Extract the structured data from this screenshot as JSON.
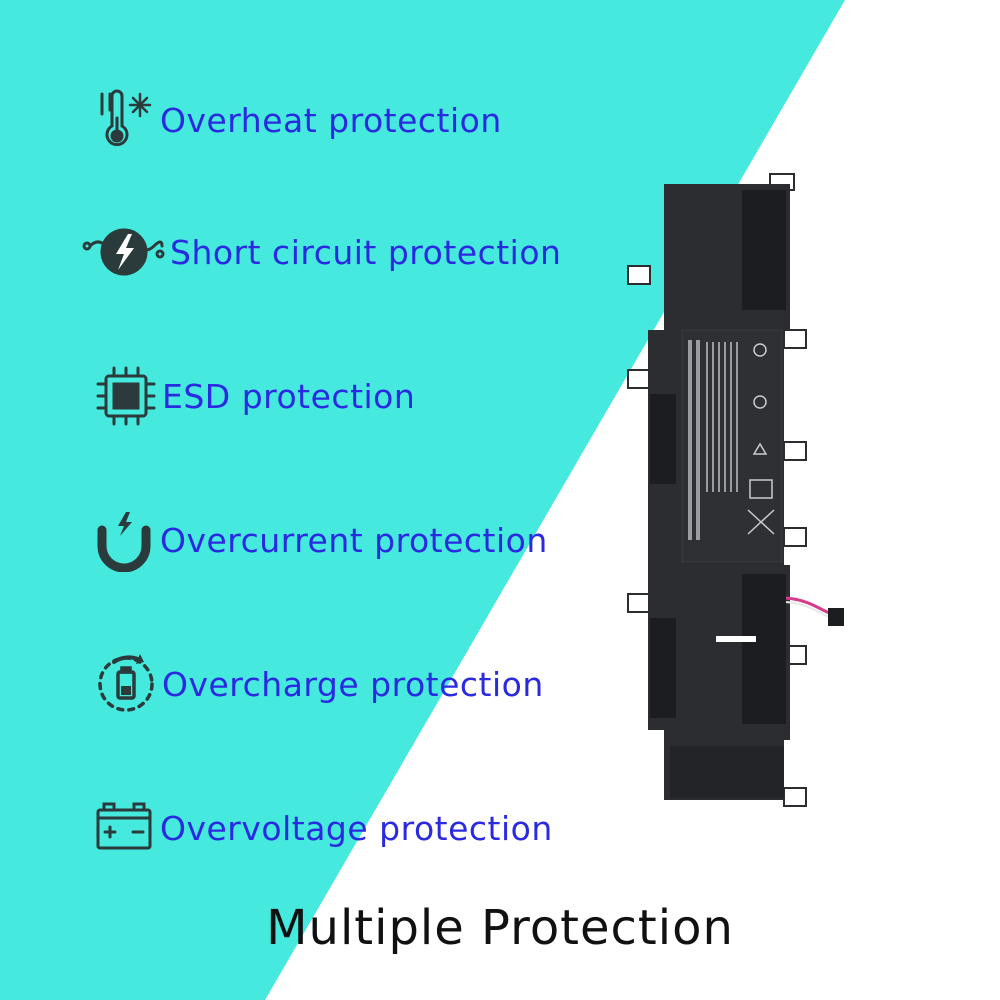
{
  "colors": {
    "background_teal": "#45E9DE",
    "background_white": "#FFFFFF",
    "feature_text": "#2A2AE0",
    "icon_stroke": "#2B3A3A",
    "footer_text": "#111111",
    "battery_body": "#2B2D30"
  },
  "features": [
    {
      "icon": "thermometer-snowflake-icon",
      "label": "Overheat protection"
    },
    {
      "icon": "short-circuit-bolt-icon",
      "label": "Short circuit protection"
    },
    {
      "icon": "chip-icon",
      "label": "ESD protection"
    },
    {
      "icon": "magnet-bolt-icon",
      "label": "Overcurrent protection"
    },
    {
      "icon": "battery-cycle-icon",
      "label": "Overcharge protection"
    },
    {
      "icon": "car-battery-icon",
      "label": "Overvoltage protection"
    }
  ],
  "footer": {
    "title": "Multiple Protection"
  }
}
